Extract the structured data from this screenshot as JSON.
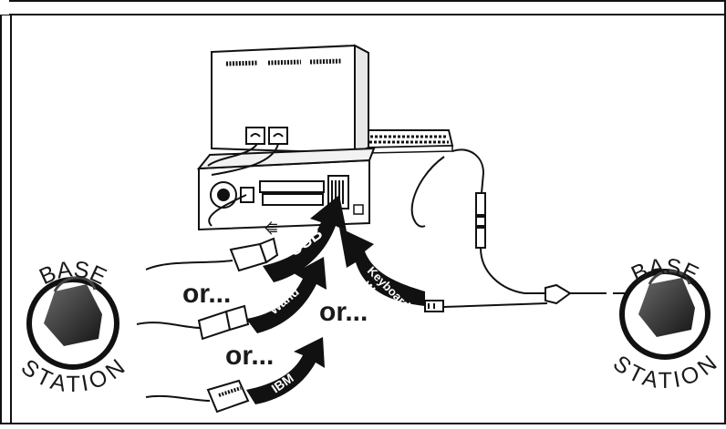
{
  "labels": {
    "usb": "USB",
    "wand": "Wand",
    "ibm": "IBM",
    "keyboard_wedge_line1": "Keyboard",
    "keyboard_wedge_line2": "Wedge",
    "or_1": "or...",
    "or_2": "or...",
    "or_3": "or..."
  },
  "base_station_left": {
    "top": "BASE",
    "bottom": "STATION"
  },
  "base_station_right": {
    "top": "BASE",
    "bottom": "STATION"
  }
}
